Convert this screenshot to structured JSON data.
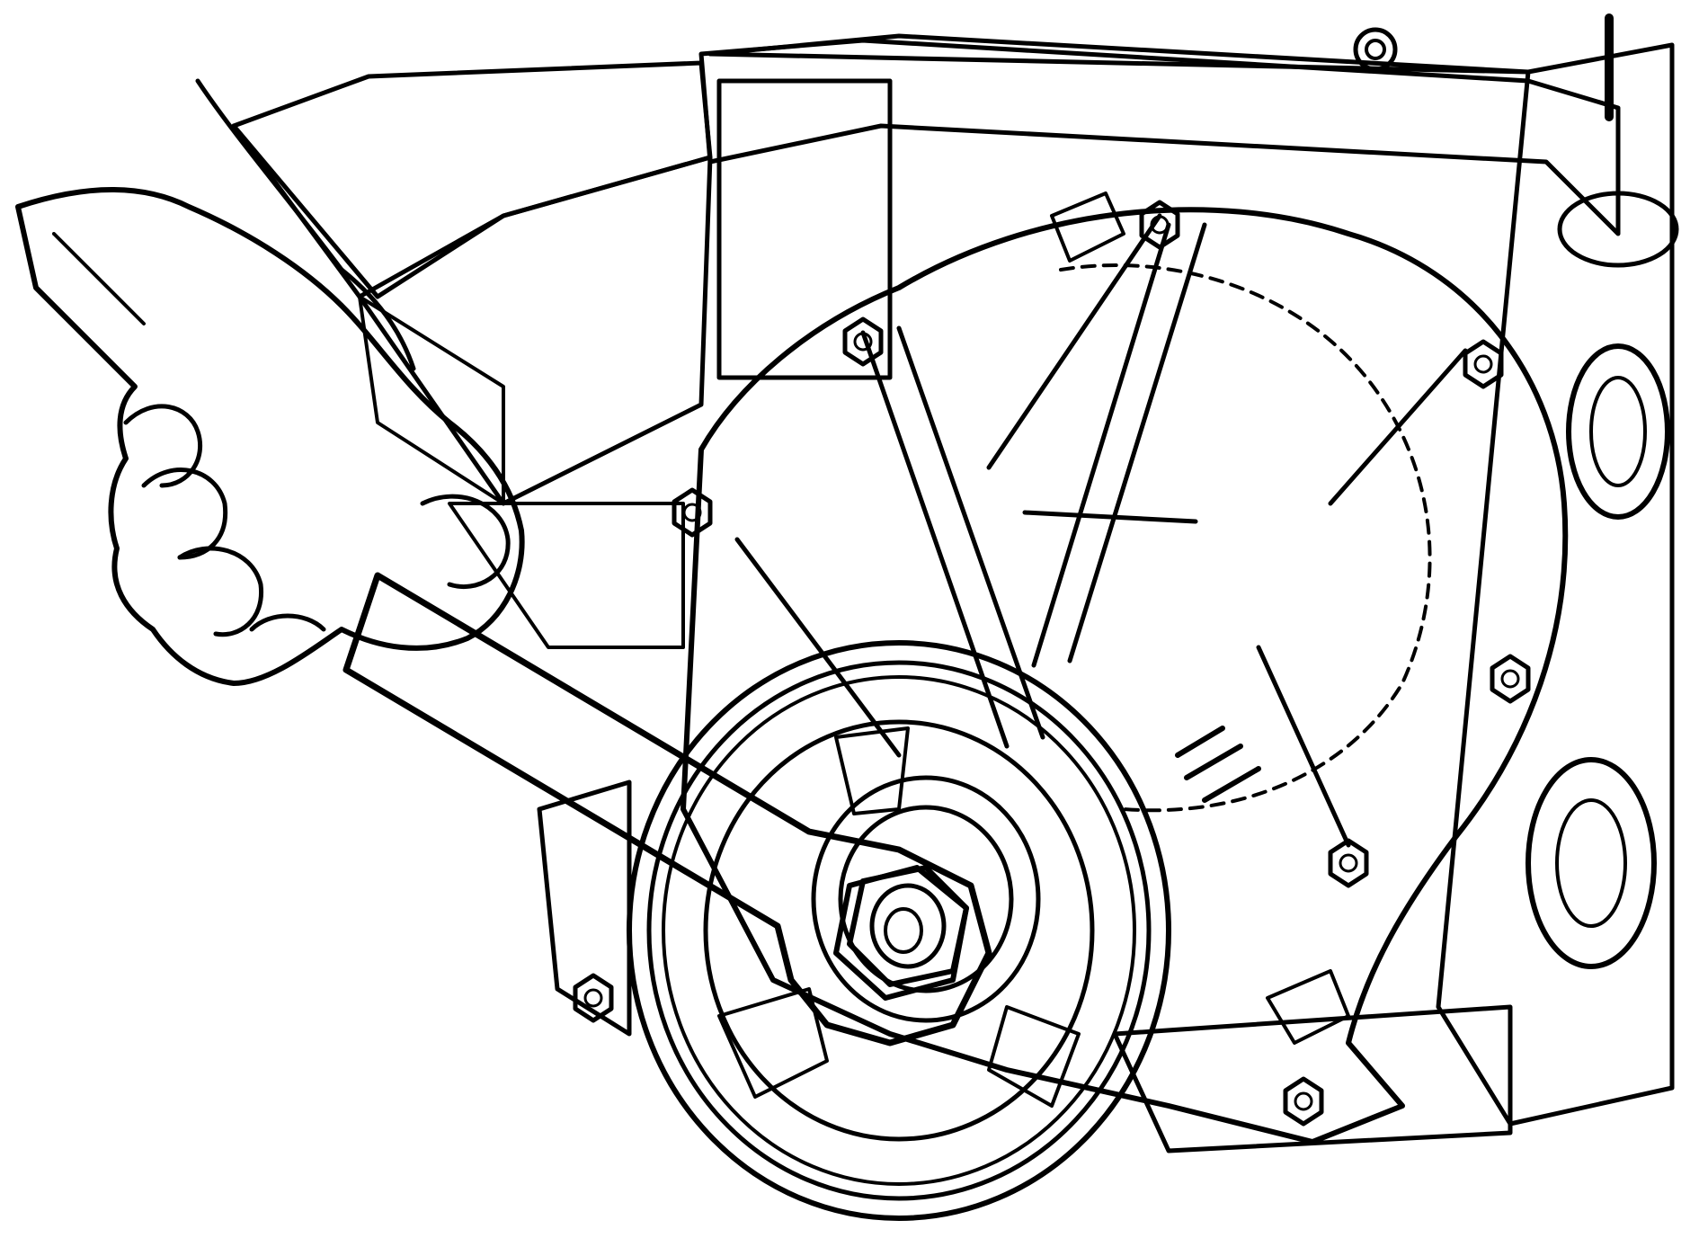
{
  "colors": {
    "ink": "#000000",
    "paper": "#ffffff"
  },
  "illustration": {
    "parts": [
      "hand-with-wrench",
      "crankshaft-pulley",
      "pulley-nut",
      "timing-cover",
      "engine-block",
      "oil-sump",
      "cover-bolts"
    ]
  }
}
